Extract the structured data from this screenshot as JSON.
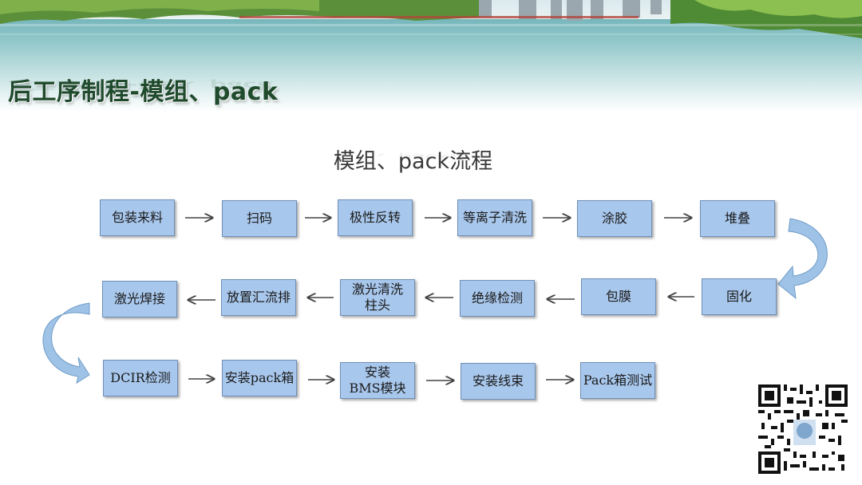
{
  "title": "后工序制程-模组、pack",
  "flow_title": "模组、pack流程",
  "steps": {
    "s01": "包装来料",
    "s02": "扫码",
    "s03": "极性反转",
    "s04": "等离子清洗",
    "s05": "涂胶",
    "s06": "堆叠",
    "s07": "固化",
    "s08": "包膜",
    "s09": "绝缘检测",
    "s10": "激光清洗\n柱头",
    "s11": "放置汇流排",
    "s12": "激光焊接",
    "s13": "DCIR检测",
    "s14": "安装pack箱",
    "s15": "安装\nBMS模块",
    "s16": "安装线束",
    "s17": "Pack箱测试"
  },
  "colors": {
    "box_fill": "#a8c7ec",
    "box_border": "#6f8fb8",
    "arrow": "#444444",
    "curve_arrow": "#9fc3e6",
    "title": "#1f4a2c"
  }
}
